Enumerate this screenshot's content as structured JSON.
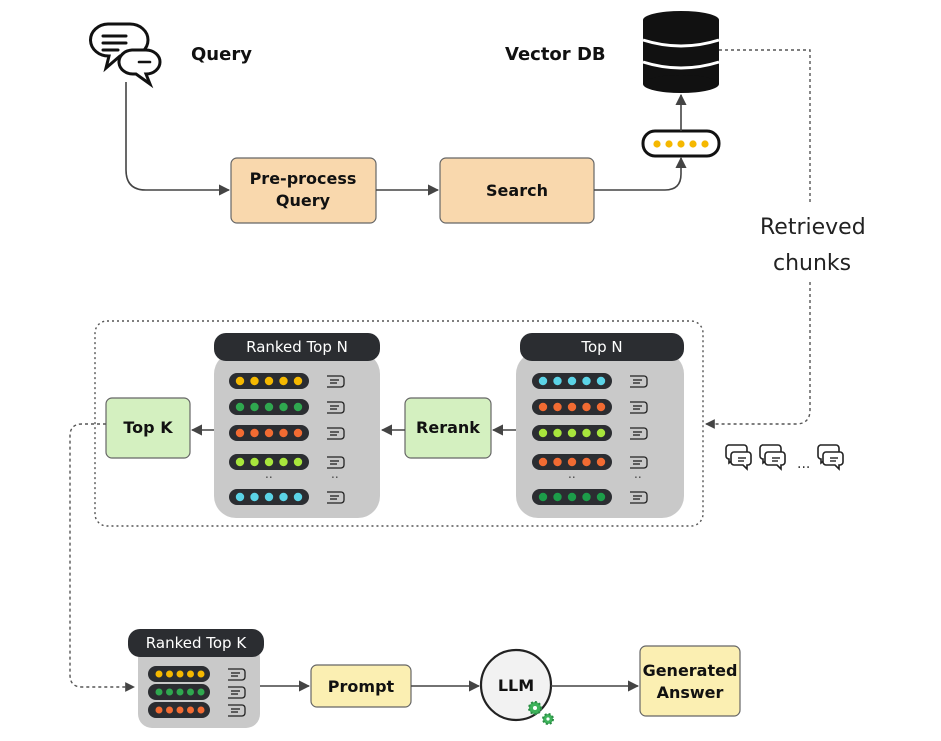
{
  "labels": {
    "query": "Query",
    "vector_db": "Vector DB",
    "retrieved_line1": "Retrieved",
    "retrieved_line2": "chunks",
    "ellipsis": "..."
  },
  "nodes": {
    "preprocess_line1": "Pre-process",
    "preprocess_line2": "Query",
    "search": "Search",
    "rerank": "Rerank",
    "top_k": "Top K",
    "prompt": "Prompt",
    "llm": "LLM",
    "generated_line1": "Generated",
    "generated_line2": "Answer"
  },
  "panels": {
    "top_n": "Top N",
    "ranked_top_n": "Ranked Top N",
    "ranked_top_k": "Ranked Top K"
  },
  "colors": {
    "orange_box": "#f9d8ad",
    "green_box": "#d4f0c0",
    "yellow_box": "#fbefb2",
    "panel_grey": "#c9c9c9",
    "header_dark": "#2b2d31",
    "dot_yellow": "#f5b800",
    "dot_green": "#2fa84f",
    "dot_orange": "#f26b32",
    "dot_lime": "#a8e63c",
    "dot_cyan": "#5bd3e6",
    "dot_darkgreen": "#1c9d49"
  },
  "icons": {
    "query": "chat-bubbles-icon",
    "database": "database-icon",
    "embedding": "embedding-vector-icon",
    "chunk": "chat-bubbles-icon",
    "document": "document-icon",
    "llm_gears": "gears-icon"
  }
}
